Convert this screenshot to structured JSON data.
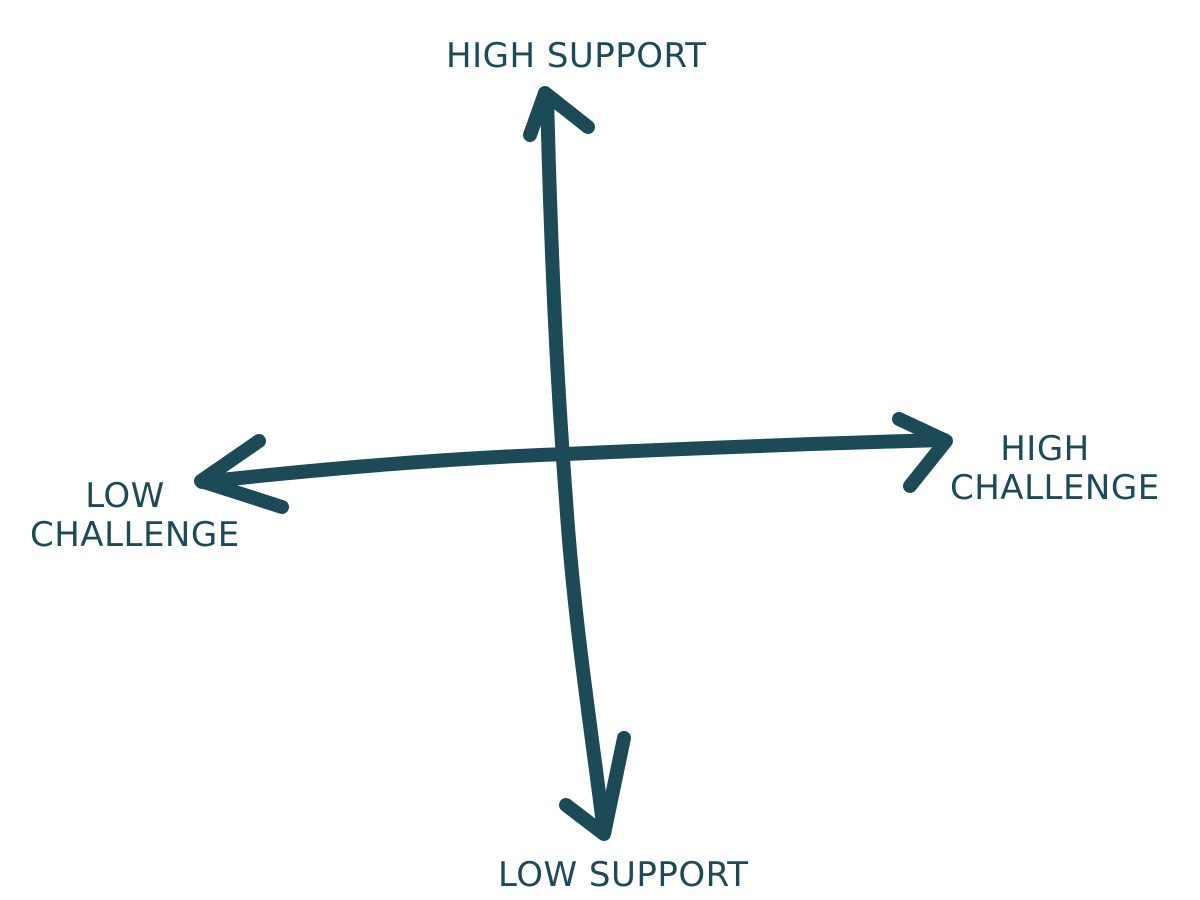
{
  "colors": {
    "ink": "#1c4a57",
    "background": "#ffffff"
  },
  "labels": {
    "top": "HIGH SUPPORT",
    "bottom": "LOW SUPPORT",
    "left": [
      "LOW",
      "CHALLENGE"
    ],
    "right": [
      "HIGH",
      "CHALLENGE"
    ]
  }
}
